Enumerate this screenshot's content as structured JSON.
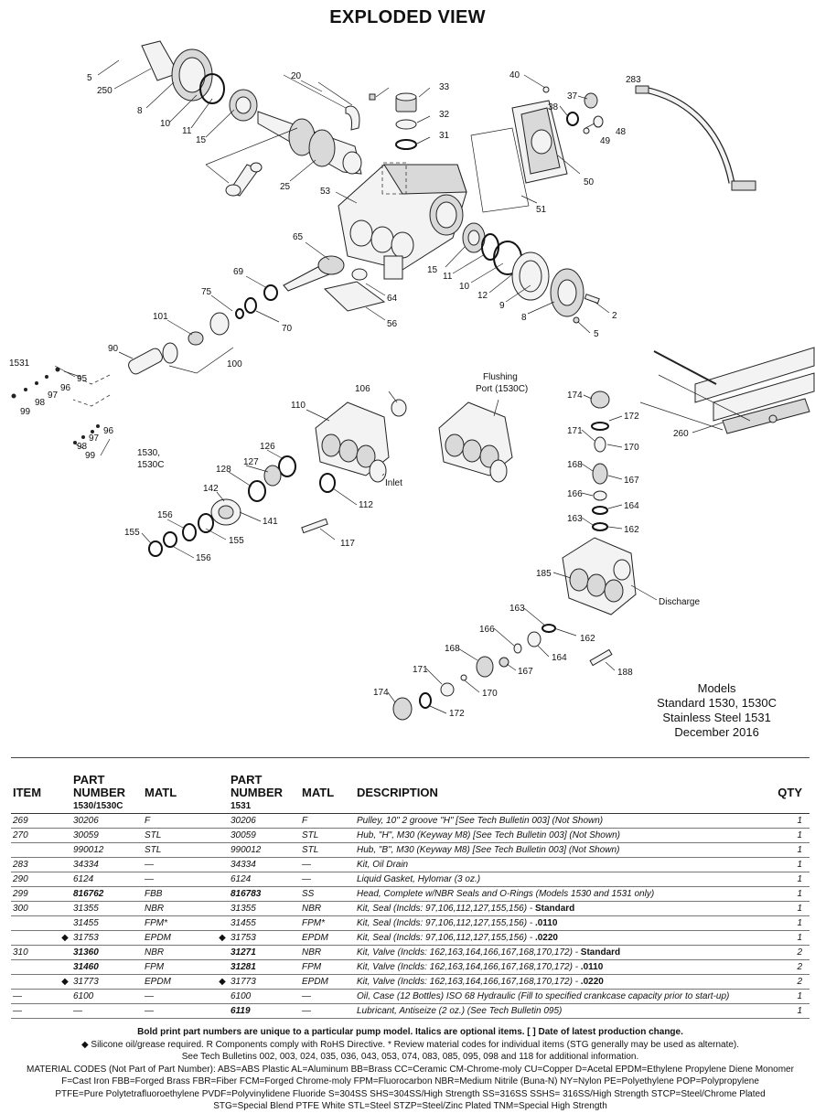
{
  "title": "EXPLODED VIEW",
  "callouts": {
    "c5a": "5",
    "c250": "250",
    "c8a": "8",
    "c10a": "10",
    "c11a": "11",
    "c15a": "15",
    "c20": "20",
    "c33": "33",
    "c32": "32",
    "c31": "31",
    "c25": "25",
    "c53": "53",
    "c40": "40",
    "c37": "37",
    "c38": "38",
    "c48": "48",
    "c49": "49",
    "c50": "50",
    "c51": "51",
    "c283": "283",
    "c65": "65",
    "c69": "69",
    "c75": "75",
    "c70": "70",
    "c64": "64",
    "c56": "56",
    "c15b": "15",
    "c11b": "11",
    "c10b": "10",
    "c12": "12",
    "c9": "9",
    "c8b": "8",
    "c2": "2",
    "c5b": "5",
    "c101": "101",
    "c90": "90",
    "c100": "100",
    "c1531": "1531",
    "c95": "95",
    "c96a": "96",
    "c97a": "97",
    "c98a": "98",
    "c99a": "99",
    "c96b": "96",
    "c97b": "97",
    "c98b": "98",
    "c99b": "99",
    "c1530a": "1530,",
    "c1530b": "1530C",
    "c106": "106",
    "c110": "110",
    "flushing1": "Flushing",
    "flushing2": "Port (1530C)",
    "c126": "126",
    "c127": "127",
    "c128": "128",
    "c142": "142",
    "c141": "141",
    "inlet": "Inlet",
    "c112": "112",
    "c156a": "156",
    "c155a": "155",
    "c155b": "155",
    "c156b": "156",
    "c117": "117",
    "c260": "260",
    "c174a": "174",
    "c172a": "172",
    "c171a": "171",
    "c170a": "170",
    "c168a": "168",
    "c167a": "167",
    "c166a": "166",
    "c164a": "164",
    "c163a": "163",
    "c162a": "162",
    "c185": "185",
    "discharge": "Discharge",
    "c163b": "163",
    "c162b": "162",
    "c166b": "166",
    "c164b": "164",
    "c168b": "168",
    "c167b": "167",
    "c171b": "171",
    "c170b": "170",
    "c174b": "174",
    "c172b": "172",
    "c188": "188"
  },
  "models": [
    "Models",
    "Standard 1530, 1530C",
    "Stainless Steel 1531",
    "December 2016"
  ],
  "table": {
    "headers": {
      "item": "ITEM",
      "pn1a": "PART",
      "pn1b": "NUMBER",
      "matl1": "MATL",
      "pn2a": "PART",
      "pn2b": "NUMBER",
      "matl2": "MATL",
      "desc": "DESCRIPTION",
      "qty": "QTY"
    },
    "sub": {
      "col1": "1530/1530C",
      "col2": "1531"
    },
    "rows": [
      {
        "item": "269",
        "d1": "",
        "pn1": "30206",
        "m1": "F",
        "d2": "",
        "pn2": "30206",
        "m2": "F",
        "desc": "Pulley, 10\" 2 groove \"H\" [See Tech Bulletin 003] (Not Shown)",
        "qty": "1",
        "b1": false,
        "b2": false
      },
      {
        "item": "270",
        "d1": "",
        "pn1": "30059",
        "m1": "STL",
        "d2": "",
        "pn2": "30059",
        "m2": "STL",
        "desc": "Hub, \"H\", M30 (Keyway M8) [See Tech Bulletin 003] (Not Shown)",
        "qty": "1",
        "b1": false,
        "b2": false
      },
      {
        "item": "",
        "d1": "",
        "pn1": "990012",
        "m1": "STL",
        "d2": "",
        "pn2": "990012",
        "m2": "STL",
        "desc": "Hub, \"B\", M30 (Keyway M8) [See Tech Bulletin 003] (Not Shown)",
        "qty": "1",
        "b1": false,
        "b2": false
      },
      {
        "item": "283",
        "d1": "",
        "pn1": "34334",
        "m1": "—",
        "d2": "",
        "pn2": "34334",
        "m2": "—",
        "desc": "Kit, Oil Drain",
        "qty": "1",
        "b1": false,
        "b2": false
      },
      {
        "item": "290",
        "d1": "",
        "pn1": "6124",
        "m1": "—",
        "d2": "",
        "pn2": "6124",
        "m2": "—",
        "desc": "Liquid Gasket, Hylomar (3 oz.)",
        "qty": "1",
        "b1": false,
        "b2": false
      },
      {
        "item": "299",
        "d1": "",
        "pn1": "816762",
        "m1": "FBB",
        "d2": "",
        "pn2": "816783",
        "m2": "SS",
        "desc": "Head, Complete w/NBR Seals and O-Rings (Models 1530 and 1531 only)",
        "qty": "1",
        "b1": true,
        "b2": true
      },
      {
        "item": "300",
        "d1": "",
        "pn1": "31355",
        "m1": "NBR",
        "d2": "",
        "pn2": "31355",
        "m2": "NBR",
        "desc": "Kit, Seal (Inclds: 97,106,112,127,155,156) -",
        "descb": " Standard",
        "qty": "1",
        "b1": false,
        "b2": false
      },
      {
        "item": "",
        "d1": "",
        "pn1": "31455",
        "m1": "FPM*",
        "d2": "",
        "pn2": "31455",
        "m2": "FPM*",
        "desc": "Kit, Seal (Inclds: 97,106,112,127,155,156) -",
        "descb": " .0110",
        "qty": "1",
        "b1": false,
        "b2": false
      },
      {
        "item": "",
        "d1": "◆",
        "pn1": "31753",
        "m1": "EPDM",
        "d2": "◆",
        "pn2": "31753",
        "m2": "EPDM",
        "desc": "Kit, Seal (Inclds: 97,106,112,127,155,156) -",
        "descb": " .0220",
        "qty": "1",
        "b1": false,
        "b2": false
      },
      {
        "item": "310",
        "d1": "",
        "pn1": "31360",
        "m1": "NBR",
        "d2": "",
        "pn2": "31271",
        "m2": "NBR",
        "desc": "Kit, Valve (Inclds: 162,163,164,166,167,168,170,172) -",
        "descb": " Standard",
        "qty": "2",
        "b1": true,
        "b2": true
      },
      {
        "item": "",
        "d1": "",
        "pn1": "31460",
        "m1": "FPM",
        "d2": "",
        "pn2": "31281",
        "m2": "FPM",
        "desc": "Kit, Valve (Inclds: 162,163,164,166,167,168,170,172) -",
        "descb": " .0110",
        "qty": "2",
        "b1": true,
        "b2": true
      },
      {
        "item": "",
        "d1": "◆",
        "pn1": "31773",
        "m1": "EPDM",
        "d2": "◆",
        "pn2": "31773",
        "m2": "EPDM",
        "desc": "Kit, Valve (Inclds: 162,163,164,166,167,168,170,172) -",
        "descb": " .0220",
        "qty": "2",
        "b1": false,
        "b2": false
      },
      {
        "item": "—",
        "d1": "",
        "pn1": "6100",
        "m1": "—",
        "d2": "",
        "pn2": "6100",
        "m2": "—",
        "desc": "Oil, Case (12 Bottles) ISO 68 Hydraulic  (Fill to specified crankcase capacity prior to start-up)",
        "qty": "1",
        "b1": false,
        "b2": false
      },
      {
        "item": "—",
        "d1": "",
        "pn1": "—",
        "m1": "—",
        "d2": "",
        "pn2": "6119",
        "m2": "—",
        "desc": "Lubricant, Antiseize (2 oz.) (See Tech Bulletin 095)",
        "qty": "1",
        "b1": false,
        "b2": true
      }
    ]
  },
  "notes": [
    "Bold print part numbers are unique to a particular pump model. Italics are optional items. [ ] Date of latest production change.",
    "◆ Silicone oil/grease required. R Components comply with RoHS Directive. * Review material codes for individual items (STG generally may be used as alternate).",
    "See Tech Bulletins 002, 003, 024, 035, 036, 043, 053, 074, 083, 085, 095, 098 and 118 for additional information.",
    "MATERIAL CODES (Not Part of Part Number): ABS=ABS Plastic  AL=Aluminum BB=Brass  CC=Ceramic CM-Chrome-moly  CU=Copper D=Acetal  EPDM=Ethylene Propylene Diene Monomer",
    "F=Cast Iron  FBB=Forged Brass  FBR=Fiber  FCM=Forged Chrome-moly  FPM=Fluorocarbon  NBR=Medium Nitrile (Buna-N)  NY=Nylon  PE=Polyethylene  POP=Polypropylene",
    "PTFE=Pure Polytetrafluoroethylene  PVDF=Polyvinylidene Fluoride  S=304SS  SHS=304SS/High Strength  SS=316SS  SSHS= 316SS/High Strength  STCP=Steel/Chrome Plated",
    "STG=Special Blend  PTFE White  STL=Steel  STZP=Steel/Zinc Plated  TNM=Special High Strength"
  ]
}
